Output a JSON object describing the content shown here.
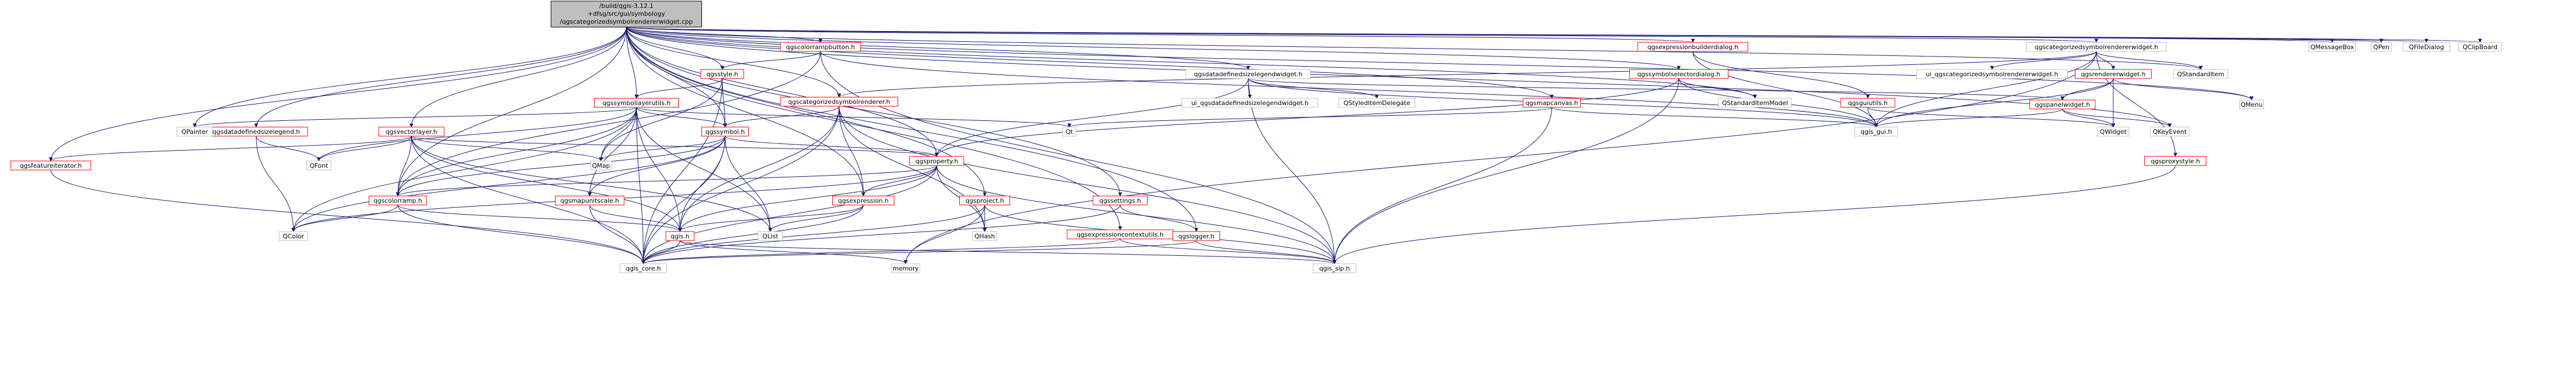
{
  "graph": {
    "root": {
      "id": "root",
      "lines": [
        "/build/qgis-3.12.1",
        "+dfsg/src/gui/symbology",
        "/qgscategorizedsymbolrendererwidget.cpp"
      ]
    },
    "nodes": [
      {
        "id": "qgscolorrampbutton.h",
        "label": "qgscolorrampbutton.h",
        "documented": true
      },
      {
        "id": "qgsstyle.h",
        "label": "qgsstyle.h",
        "documented": true
      },
      {
        "id": "qgssymbollayerutils.h",
        "label": "qgssymbollayerutils.h",
        "documented": true
      },
      {
        "id": "qgsdatadefinedsizelegend.h",
        "label": "qgsdatadefinedsizelegend.h",
        "documented": true
      },
      {
        "id": "qgsvectorlayer.h",
        "label": "qgsvectorlayer.h",
        "documented": true
      },
      {
        "id": "qgsfeatureiterator.h",
        "label": "qgsfeatureiterator.h",
        "documented": true
      },
      {
        "id": "qgscategorizedsymbolrenderer.h",
        "label": "qgscategorizedsymbolrenderer.h",
        "documented": true
      },
      {
        "id": "qgssymbol.h",
        "label": "qgssymbol.h",
        "documented": true
      },
      {
        "id": "qgsproperty.h",
        "label": "qgsproperty.h",
        "documented": true
      },
      {
        "id": "qgscolorramp.h",
        "label": "qgscolorramp.h",
        "documented": true
      },
      {
        "id": "qgsmapunitscale.h",
        "label": "qgsmapunitscale.h",
        "documented": true
      },
      {
        "id": "qgsexpression.h",
        "label": "qgsexpression.h",
        "documented": true
      },
      {
        "id": "qgis.h",
        "label": "qgis.h",
        "documented": true
      },
      {
        "id": "qgsproject.h",
        "label": "qgsproject.h",
        "documented": true
      },
      {
        "id": "qgssettings.h",
        "label": "qgssettings.h",
        "documented": true
      },
      {
        "id": "qgsexpressioncontextutils.h",
        "label": "qgsexpressioncontextutils.h",
        "documented": true
      },
      {
        "id": "qgslogger.h",
        "label": "qgslogger.h",
        "documented": true
      },
      {
        "id": "qgsdatadefinedsizelegendwidget.h",
        "label": "qgsdatadefinedsizelegendwidget.h",
        "documented": false
      },
      {
        "id": "ui_qgsdatadefinedsizelegendwidget.h",
        "label": "ui_qgsdatadefinedsizelegendwidget.h",
        "documented": false
      },
      {
        "id": "QStyledItemDelegate",
        "label": "QStyledItemDelegate",
        "documented": false
      },
      {
        "id": "qgsmapcanvas.h",
        "label": "qgsmapcanvas.h",
        "documented": true
      },
      {
        "id": "qgsexpressionbuilderdialog.h",
        "label": "qgsexpressionbuilderdialog.h",
        "documented": true
      },
      {
        "id": "qgssymbolselectordialog.h",
        "label": "qgssymbolselectordialog.h",
        "documented": true
      },
      {
        "id": "QStandardItemModel",
        "label": "QStandardItemModel",
        "documented": false
      },
      {
        "id": "qgsguiutils.h",
        "label": "qgsguiutils.h",
        "documented": true
      },
      {
        "id": "qgscategorizedsymbolrendererwidget.h",
        "label": "qgscategorizedsymbolrendererwidget.h",
        "documented": false
      },
      {
        "id": "ui_qgscategorizedsymbolrendererwidget.h",
        "label": "ui_qgscategorizedsymbolrendererwidget.h",
        "documented": false
      },
      {
        "id": "qgsrendererwidget.h",
        "label": "qgsrendererwidget.h",
        "documented": true
      },
      {
        "id": "qgspanelwidget.h",
        "label": "qgspanelwidget.h",
        "documented": true
      },
      {
        "id": "qgsproxystyle.h",
        "label": "qgsproxystyle.h",
        "documented": true
      },
      {
        "id": "QStandardItem",
        "label": "QStandardItem",
        "documented": false
      },
      {
        "id": "QMenu",
        "label": "QMenu",
        "documented": false
      },
      {
        "id": "QWidget",
        "label": "QWidget",
        "documented": false
      },
      {
        "id": "QKeyEvent",
        "label": "QKeyEvent",
        "documented": false
      },
      {
        "id": "QMessageBox",
        "label": "QMessageBox",
        "documented": false
      },
      {
        "id": "QPen",
        "label": "QPen",
        "documented": false
      },
      {
        "id": "QFileDialog",
        "label": "QFileDialog",
        "documented": false
      },
      {
        "id": "QClipBoard",
        "label": "QClipBoard",
        "documented": false
      },
      {
        "id": "QPainter",
        "label": "QPainter",
        "documented": false
      },
      {
        "id": "QFont",
        "label": "QFont",
        "documented": false
      },
      {
        "id": "QMap",
        "label": "QMap",
        "documented": false
      },
      {
        "id": "Qt",
        "label": "Qt",
        "documented": false
      },
      {
        "id": "QColor",
        "label": "QColor",
        "documented": false
      },
      {
        "id": "QList",
        "label": "QList",
        "documented": false
      },
      {
        "id": "QHash",
        "label": "QHash",
        "documented": false
      },
      {
        "id": "qgis_gui.h",
        "label": "qgis_gui.h",
        "documented": false
      },
      {
        "id": "qgis_core.h",
        "label": "qgis_core.h",
        "documented": false
      },
      {
        "id": "memory",
        "label": "memory",
        "documented": false
      },
      {
        "id": "qgis_sip.h",
        "label": "qgis_sip.h",
        "documented": false
      }
    ],
    "edges": [
      [
        "root",
        "qgscolorrampbutton.h"
      ],
      [
        "root",
        "qgsstyle.h"
      ],
      [
        "root",
        "qgssymbollayerutils.h"
      ],
      [
        "root",
        "qgsdatadefinedsizelegend.h"
      ],
      [
        "root",
        "qgsvectorlayer.h"
      ],
      [
        "root",
        "qgsfeatureiterator.h"
      ],
      [
        "root",
        "qgscategorizedsymbolrenderer.h"
      ],
      [
        "root",
        "qgssymbol.h"
      ],
      [
        "root",
        "qgsproperty.h"
      ],
      [
        "root",
        "qgscolorramp.h"
      ],
      [
        "root",
        "qgsexpression.h"
      ],
      [
        "root",
        "qgsproject.h"
      ],
      [
        "root",
        "qgssettings.h"
      ],
      [
        "root",
        "qgsexpressioncontextutils.h"
      ],
      [
        "root",
        "qgslogger.h"
      ],
      [
        "root",
        "qgsdatadefinedsizelegendwidget.h"
      ],
      [
        "root",
        "qgsmapcanvas.h"
      ],
      [
        "root",
        "qgsexpressionbuilderdialog.h"
      ],
      [
        "root",
        "qgssymbolselectordialog.h"
      ],
      [
        "root",
        "qgscategorizedsymbolrendererwidget.h"
      ],
      [
        "root",
        "QPainter"
      ],
      [
        "root",
        "QMessageBox"
      ],
      [
        "root",
        "QPen"
      ],
      [
        "root",
        "QFileDialog"
      ],
      [
        "root",
        "QClipBoard"
      ],
      [
        "root",
        "QKeyEvent"
      ],
      [
        "root",
        "QMenu"
      ],
      [
        "root",
        "QStandardItem"
      ],
      [
        "root",
        "QStandardItemModel"
      ],
      [
        "qgscolorrampbutton.h",
        "qgsstyle.h"
      ],
      [
        "qgscolorrampbutton.h",
        "qgscolorramp.h"
      ],
      [
        "qgscolorrampbutton.h",
        "qgis_gui.h"
      ],
      [
        "qgscolorrampbutton.h",
        "qgis_sip.h"
      ],
      [
        "qgsstyle.h",
        "qgssymbollayerutils.h"
      ],
      [
        "qgsstyle.h",
        "QMap"
      ],
      [
        "qgsstyle.h",
        "qgis_core.h"
      ],
      [
        "qgsstyle.h",
        "qgssymbol.h"
      ],
      [
        "qgssymbollayerutils.h",
        "QPainter"
      ],
      [
        "qgssymbollayerutils.h",
        "QFont"
      ],
      [
        "qgssymbollayerutils.h",
        "QMap"
      ],
      [
        "qgssymbollayerutils.h",
        "Qt"
      ],
      [
        "qgssymbollayerutils.h",
        "QColor"
      ],
      [
        "qgssymbollayerutils.h",
        "qgssymbol.h"
      ],
      [
        "qgssymbollayerutils.h",
        "qgscolorramp.h"
      ],
      [
        "qgssymbollayerutils.h",
        "qgsmapunitscale.h"
      ],
      [
        "qgssymbollayerutils.h",
        "qgis.h"
      ],
      [
        "qgssymbollayerutils.h",
        "qgis_core.h"
      ],
      [
        "qgssymbollayerutils.h",
        "QList"
      ],
      [
        "qgsdatadefinedsizelegend.h",
        "QColor"
      ],
      [
        "qgsdatadefinedsizelegend.h",
        "QFont"
      ],
      [
        "qgsvectorlayer.h",
        "qgsfeatureiterator.h"
      ],
      [
        "qgsvectorlayer.h",
        "QMap"
      ],
      [
        "qgsvectorlayer.h",
        "QFont"
      ],
      [
        "qgsvectorlayer.h",
        "qgscolorramp.h"
      ],
      [
        "qgsvectorlayer.h",
        "qgis.h"
      ],
      [
        "qgsvectorlayer.h",
        "qgis_core.h"
      ],
      [
        "qgsvectorlayer.h",
        "QList"
      ],
      [
        "qgsvectorlayer.h",
        "qgsproperty.h"
      ],
      [
        "qgsfeatureiterator.h",
        "qgis_core.h"
      ],
      [
        "qgscategorizedsymbolrenderer.h",
        "qgssymbol.h"
      ],
      [
        "qgscategorizedsymbolrenderer.h",
        "qgsexpression.h"
      ],
      [
        "qgscategorizedsymbolrenderer.h",
        "qgis.h"
      ],
      [
        "qgscategorizedsymbolrenderer.h",
        "qgis_core.h"
      ],
      [
        "qgscategorizedsymbolrenderer.h",
        "QHash"
      ],
      [
        "qgscategorizedsymbolrenderer.h",
        "qgis_sip.h"
      ],
      [
        "qgssymbol.h",
        "QMap"
      ],
      [
        "qgssymbol.h",
        "qgsmapunitscale.h"
      ],
      [
        "qgssymbol.h",
        "qgis.h"
      ],
      [
        "qgssymbol.h",
        "qgis_core.h"
      ],
      [
        "qgssymbol.h",
        "QList"
      ],
      [
        "qgssymbol.h",
        "qgsproperty.h"
      ],
      [
        "qgssymbol.h",
        "qgscolorramp.h"
      ],
      [
        "qgssymbol.h",
        "QColor"
      ],
      [
        "qgsproperty.h",
        "qgis_core.h"
      ],
      [
        "qgsproperty.h",
        "qgsexpression.h"
      ],
      [
        "qgsproperty.h",
        "qgscolorramp.h"
      ],
      [
        "qgsproperty.h",
        "QColor"
      ],
      [
        "qgsproperty.h",
        "qgis.h"
      ],
      [
        "qgsproperty.h",
        "QHash"
      ],
      [
        "qgsproperty.h",
        "qgis_sip.h"
      ],
      [
        "qgscolorramp.h",
        "QColor"
      ],
      [
        "qgscolorramp.h",
        "qgis.h"
      ],
      [
        "qgscolorramp.h",
        "qgis_core.h"
      ],
      [
        "qgsmapunitscale.h",
        "qgis.h"
      ],
      [
        "qgsmapunitscale.h",
        "qgis_core.h"
      ],
      [
        "qgsexpression.h",
        "qgis.h"
      ],
      [
        "qgsexpression.h",
        "QList"
      ],
      [
        "qgsexpression.h",
        "qgis_core.h"
      ],
      [
        "qgis.h",
        "qgis_core.h"
      ],
      [
        "qgis.h",
        "memory"
      ],
      [
        "qgis.h",
        "qgis_sip.h"
      ],
      [
        "qgsproject.h",
        "qgis_core.h"
      ],
      [
        "qgsproject.h",
        "QHash"
      ],
      [
        "qgsproject.h",
        "memory"
      ],
      [
        "qgsproject.h",
        "qgis_sip.h"
      ],
      [
        "qgssettings.h",
        "qgis_core.h"
      ],
      [
        "qgssettings.h",
        "qgslogger.h"
      ],
      [
        "qgsexpressioncontextutils.h",
        "qgis_core.h"
      ],
      [
        "qgsexpressioncontextutils.h",
        "qgis_sip.h"
      ],
      [
        "qgslogger.h",
        "qgis_core.h"
      ],
      [
        "qgslogger.h",
        "qgis_sip.h"
      ],
      [
        "qgsdatadefinedsizelegendwidget.h",
        "ui_qgsdatadefinedsizelegendwidget.h"
      ],
      [
        "qgsdatadefinedsizelegendwidget.h",
        "QStyledItemDelegate"
      ],
      [
        "qgsdatadefinedsizelegendwidget.h",
        "qgspanelwidget.h"
      ],
      [
        "qgsdatadefinedsizelegendwidget.h",
        "qgsproperty.h"
      ],
      [
        "qgsdatadefinedsizelegendwidget.h",
        "qgis_gui.h"
      ],
      [
        "qgsdatadefinedsizelegendwidget.h",
        "qgis_sip.h"
      ],
      [
        "qgsmapcanvas.h",
        "Qt"
      ],
      [
        "qgsmapcanvas.h",
        "qgis_gui.h"
      ],
      [
        "qgsmapcanvas.h",
        "qgis_sip.h"
      ],
      [
        "qgsexpressionbuilderdialog.h",
        "qgsguiutils.h"
      ],
      [
        "qgsexpressionbuilderdialog.h",
        "qgis_gui.h"
      ],
      [
        "qgssymbolselectordialog.h",
        "QStandardItemModel"
      ],
      [
        "qgssymbolselectordialog.h",
        "qgsproperty.h"
      ],
      [
        "qgssymbolselectordialog.h",
        "qgis_gui.h"
      ],
      [
        "qgssymbolselectordialog.h",
        "qgis_sip.h"
      ],
      [
        "qgsguiutils.h",
        "qgis_gui.h"
      ],
      [
        "qgsguiutils.h",
        "QWidget"
      ],
      [
        "qgscategorizedsymbolrendererwidget.h",
        "ui_qgscategorizedsymbolrendererwidget.h"
      ],
      [
        "qgscategorizedsymbolrendererwidget.h",
        "qgsrendererwidget.h"
      ],
      [
        "qgscategorizedsymbolrendererwidget.h",
        "qgscategorizedsymbolrenderer.h"
      ],
      [
        "qgscategorizedsymbolrendererwidget.h",
        "qgsproxystyle.h"
      ],
      [
        "qgscategorizedsymbolrendererwidget.h",
        "QStandardItem"
      ],
      [
        "qgscategorizedsymbolrendererwidget.h",
        "qgis_gui.h"
      ],
      [
        "qgscategorizedsymbolrendererwidget.h",
        "memory"
      ],
      [
        "qgsrendererwidget.h",
        "qgspanelwidget.h"
      ],
      [
        "qgsrendererwidget.h",
        "QMenu"
      ],
      [
        "qgsrendererwidget.h",
        "qgis_gui.h"
      ],
      [
        "qgsrendererwidget.h",
        "QWidget"
      ],
      [
        "qgspanelwidget.h",
        "QWidget"
      ],
      [
        "qgspanelwidget.h",
        "QKeyEvent"
      ],
      [
        "qgspanelwidget.h",
        "qgis_gui.h"
      ],
      [
        "qgsproxystyle.h",
        "qgis_sip.h"
      ]
    ]
  }
}
